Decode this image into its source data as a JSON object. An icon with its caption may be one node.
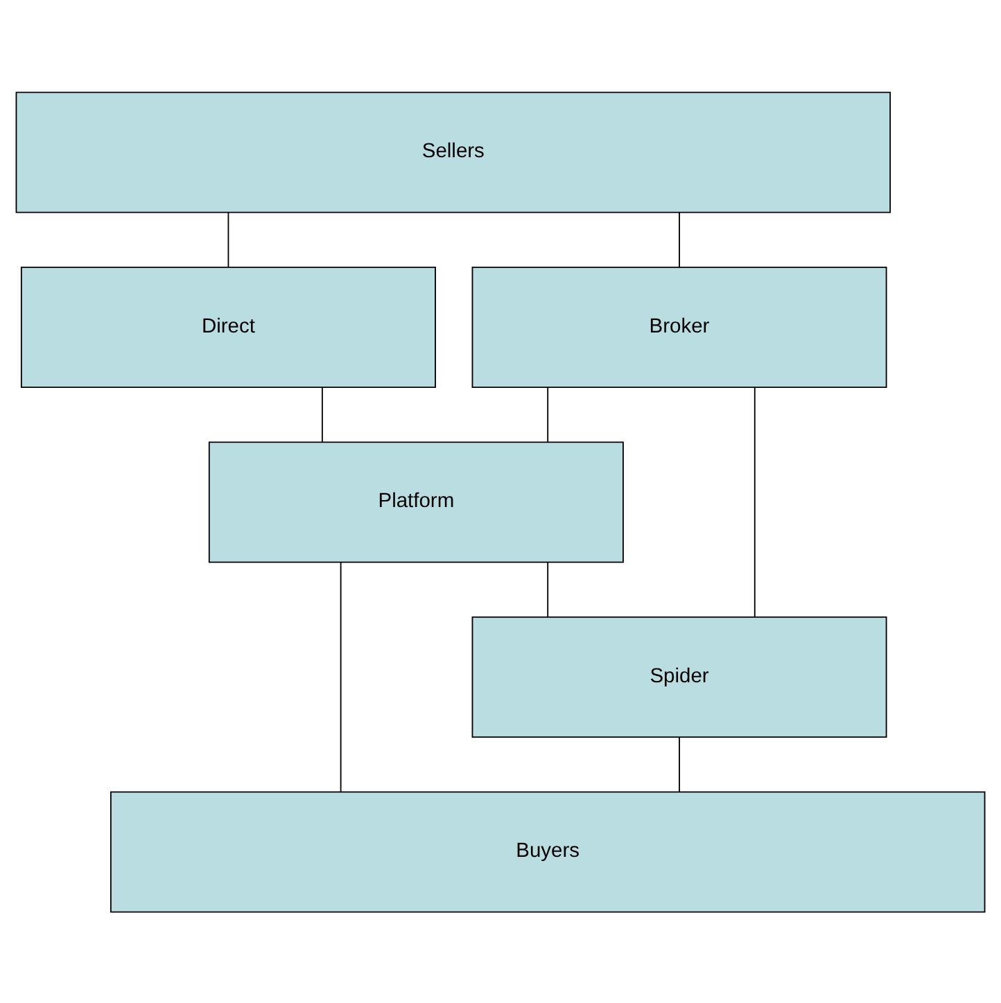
{
  "diagram": {
    "nodes": [
      {
        "text": [
          "Sellers"
        ]
      },
      {
        "text": [
          "Direct"
        ]
      },
      {
        "text": [
          "Broker"
        ]
      },
      {
        "text": [
          "Platform"
        ]
      },
      {
        "text": [
          "Spider"
        ]
      },
      {
        "text": [
          "Buyers"
        ]
      }
    ],
    "edges": [
      {
        "from": 0,
        "to": 1,
        "arrow": "none"
      },
      {
        "from": 0,
        "to": 2,
        "arrow": "none"
      },
      {
        "from": 1,
        "to": 3,
        "arrow": "none"
      },
      {
        "from": 2,
        "to": 3,
        "arrow": "none"
      },
      {
        "from": 3,
        "to": 4,
        "arrow": "none"
      },
      {
        "from": 2,
        "to": 4,
        "arrow": "none"
      },
      {
        "from": 3,
        "to": 5,
        "arrow": "none"
      },
      {
        "from": 4,
        "to": 5,
        "arrow": "none"
      }
    ]
  }
}
